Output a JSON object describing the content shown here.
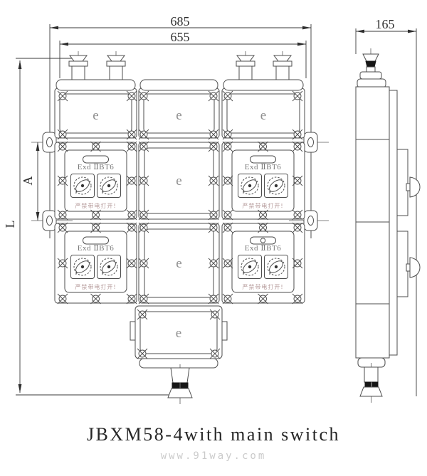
{
  "drawing": {
    "dimensions": {
      "overall_width": "685",
      "body_width": "655",
      "depth": "165",
      "overall_height_label": "L",
      "module_spacing_label": "A"
    },
    "modules": {
      "junction_box_label": "e",
      "ex_marking": "Exd ⅡBT6",
      "warning": "严禁带电打开!"
    }
  },
  "caption": {
    "title": "JBXM58-4with main switch",
    "watermark": "www.91way.com"
  },
  "colors": {
    "line": "#4d4d4d",
    "dimension_text": "#2e2e2e",
    "module_text": "#8f8f8f",
    "warning_text": "#b59a9a",
    "watermark_text": "#cbcbcb"
  }
}
